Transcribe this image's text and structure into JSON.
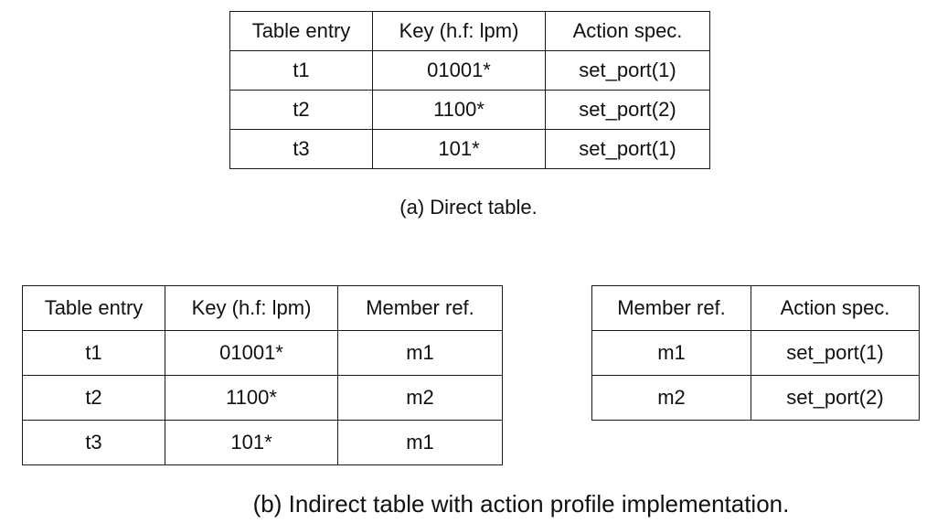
{
  "direct_table": {
    "headers": [
      "Table entry",
      "Key (h.f: lpm)",
      "Action spec."
    ],
    "rows": [
      [
        "t1",
        "01001*",
        "set_port(1)"
      ],
      [
        "t2",
        "1100*",
        "set_port(2)"
      ],
      [
        "t3",
        "101*",
        "set_port(1)"
      ]
    ],
    "caption": "(a) Direct table."
  },
  "indirect_table": {
    "headers": [
      "Table entry",
      "Key (h.f: lpm)",
      "Member ref."
    ],
    "rows": [
      [
        "t1",
        "01001*",
        "m1"
      ],
      [
        "t2",
        "1100*",
        "m2"
      ],
      [
        "t3",
        "101*",
        "m1"
      ]
    ]
  },
  "action_profile_table": {
    "headers": [
      "Member ref.",
      "Action spec."
    ],
    "rows": [
      [
        "m1",
        "set_port(1)"
      ],
      [
        "m2",
        "set_port(2)"
      ]
    ]
  },
  "caption_b": "(b) Indirect table with action profile implementation."
}
